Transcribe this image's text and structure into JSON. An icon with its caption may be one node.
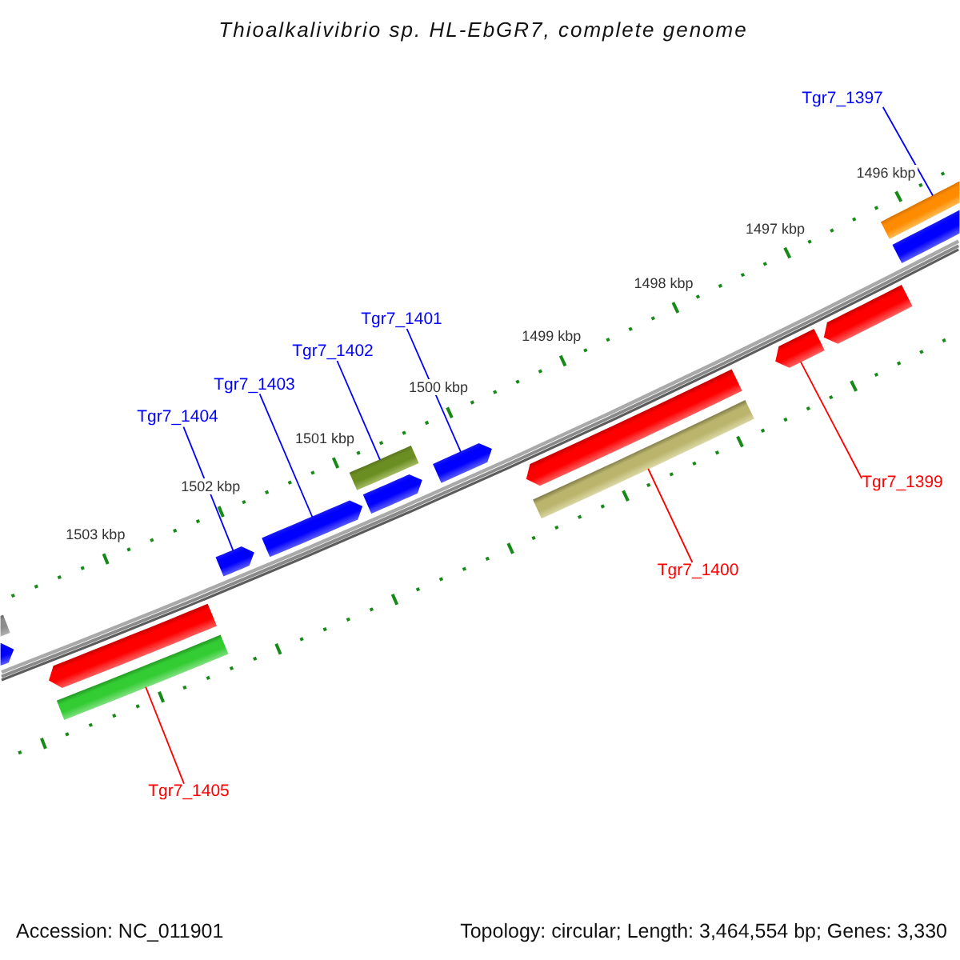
{
  "diagram": {
    "title": "Thioalkalivibrio sp. HL-EbGR7, complete genome",
    "nodes": [
      {
        "text": [
          "Tgr7_1397"
        ]
      },
      {
        "text": [
          "Tgr7_1401"
        ]
      },
      {
        "text": [
          "Tgr7_1402"
        ]
      },
      {
        "text": [
          "Tgr7_1403"
        ]
      },
      {
        "text": [
          "Tgr7_1404"
        ]
      },
      {
        "text": [
          "Tgr7_1399"
        ]
      },
      {
        "text": [
          "Tgr7_1400"
        ]
      },
      {
        "text": [
          "Tgr7_1405"
        ]
      },
      {
        "text": [],
        "shape": "bar"
      },
      {
        "text": [],
        "shape": "arrow"
      },
      {
        "text": [],
        "shape": "bar"
      },
      {
        "text": [],
        "shape": "arrow"
      },
      {
        "text": [],
        "shape": "arrow"
      },
      {
        "text": [],
        "shape": "arrow"
      },
      {
        "text": [],
        "shape": "bar"
      },
      {
        "text": [],
        "shape": "bar"
      },
      {
        "text": [],
        "shape": "bar"
      },
      {
        "text": [],
        "shape": "arrow"
      },
      {
        "text": [],
        "shape": "arrow"
      },
      {
        "text": [],
        "shape": "arrow"
      },
      {
        "text": [],
        "shape": "arrow"
      },
      {
        "text": [],
        "shape": "bar"
      },
      {
        "text": [],
        "shape": "arrow"
      }
    ],
    "edges": [
      {
        "from": 0,
        "to": 8,
        "arrow": "none"
      },
      {
        "from": 1,
        "to": 9,
        "arrow": "none"
      },
      {
        "from": 2,
        "to": 10,
        "arrow": "none"
      },
      {
        "from": 3,
        "to": 11,
        "arrow": "none"
      },
      {
        "from": 4,
        "to": 12,
        "arrow": "none"
      },
      {
        "from": 5,
        "to": 13,
        "arrow": "none",
        "color": "#ff0000"
      },
      {
        "from": 6,
        "to": 14,
        "arrow": "none",
        "color": "#ff0000"
      },
      {
        "from": 7,
        "to": 15,
        "arrow": "none",
        "color": "#ff0000"
      }
    ],
    "labels": [
      "1496 kbp",
      "1497 kbp",
      "1498 kbp",
      "1499 kbp",
      "1500 kbp",
      "1501 kbp",
      "1502 kbp",
      "1503 kbp",
      "Accession: NC_011901",
      "Topology: circular; Length: 3,464,554 bp; Genes: 3,330"
    ]
  }
}
